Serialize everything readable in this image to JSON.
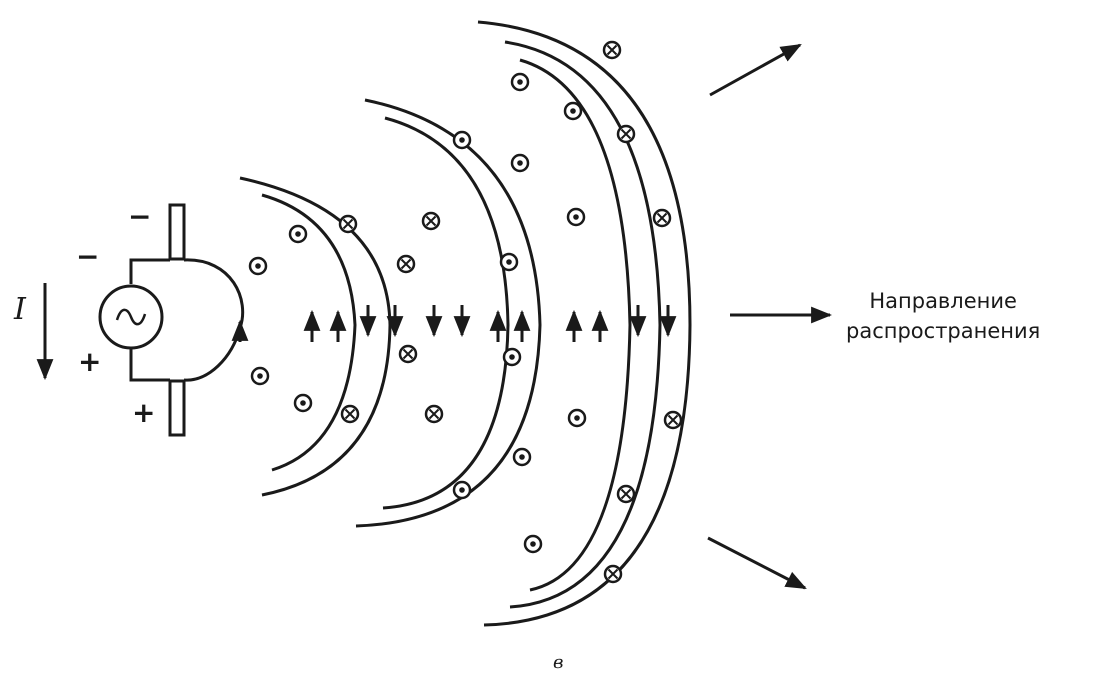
{
  "labels": {
    "current": "I",
    "minus_top": "−",
    "minus_left": "−",
    "plus_left": "+",
    "plus_bottom": "+",
    "direction_line1": "Направление",
    "direction_line2": "распространения",
    "sublabel": "в"
  },
  "colors": {
    "ink": "#1a1a1a",
    "background": "#ffffff"
  },
  "field_markers": {
    "dot_meaning": "out of page",
    "cross_meaning": "into page"
  },
  "icons": [
    "ac-source-icon",
    "dot-marker-icon",
    "cross-marker-icon",
    "arrow-icon"
  ]
}
